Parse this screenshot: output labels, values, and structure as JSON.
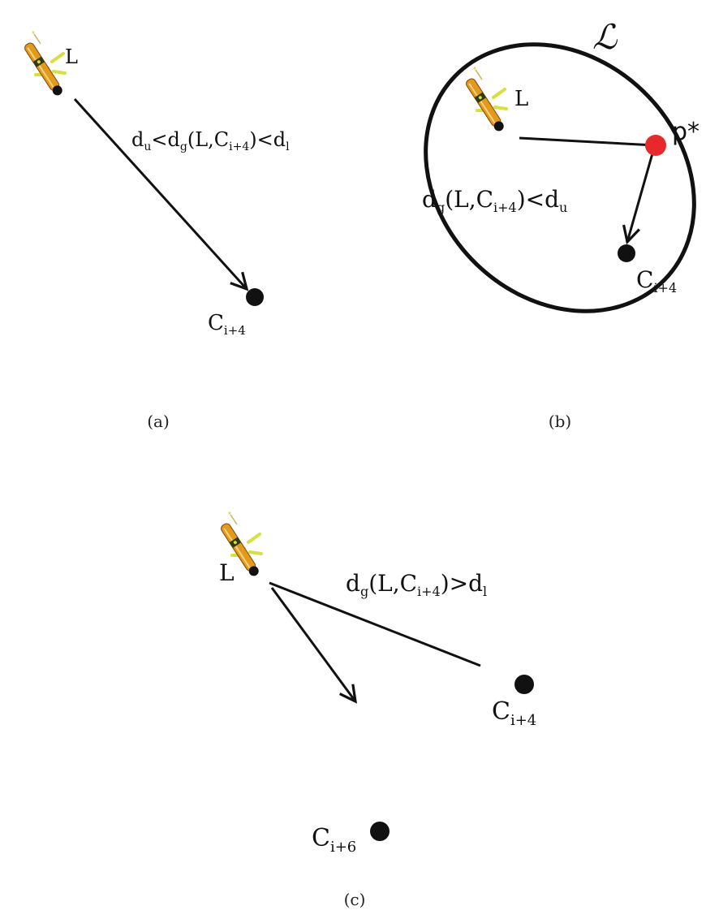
{
  "panels": {
    "a": {
      "caption": "(a)",
      "vehicle_label": "L",
      "target_label": "C",
      "target_sub": "i+4",
      "cond": {
        "p1": "d",
        "s1": "u",
        "p2": "<d",
        "s2": "g",
        "p3": "(L,C",
        "s3": "i+4",
        "p4": ")<d",
        "s4": "l"
      }
    },
    "b": {
      "caption": "(b)",
      "vehicle_label": "L",
      "contour_label": "ℒ",
      "point_label": "p*",
      "target_label": "C",
      "target_sub": "i+4",
      "cond": {
        "p1": "d",
        "s1": "g",
        "p2": "(L,C",
        "s2": "i+4",
        "p3": ")<d",
        "s3": "u"
      }
    },
    "c": {
      "caption": "(c)",
      "vehicle_label": "L",
      "target1_label": "C",
      "target1_sub": "i+4",
      "target2_label": "C",
      "target2_sub": "i+6",
      "cond": {
        "p1": "d",
        "s1": "g",
        "p2": "(L,C",
        "s2": "i+4",
        "p3": ")>d",
        "s3": "l"
      }
    }
  },
  "colors": {
    "ink": "#111111",
    "highlight_point": "#e8282b",
    "glider_body": "#e39a1c",
    "glider_wings": "#d8e03a"
  }
}
